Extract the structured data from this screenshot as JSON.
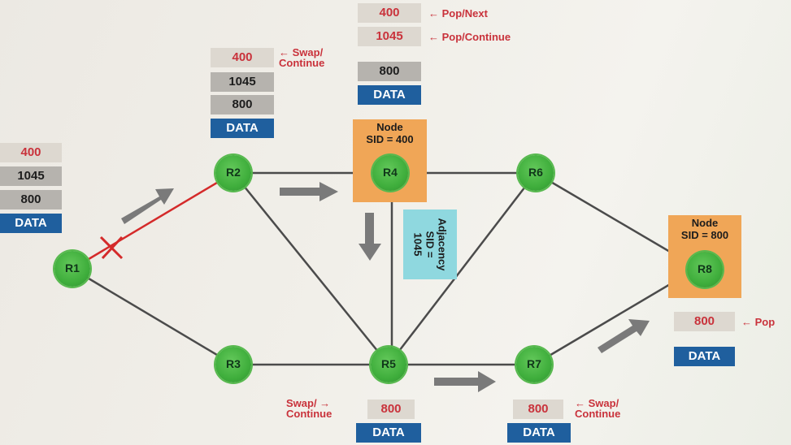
{
  "stacks": {
    "r1": {
      "top": "400",
      "mid": "1045",
      "bottom": "800",
      "data": "DATA"
    },
    "r2": {
      "top": "400",
      "mid": "1045",
      "bottom": "800",
      "data": "DATA"
    },
    "r4": {
      "top": "400",
      "mid": "1045",
      "bottom": "800",
      "data": "DATA"
    },
    "r5": {
      "top": "800",
      "data": "DATA"
    },
    "r7": {
      "top": "800",
      "data": "DATA"
    },
    "r8": {
      "top": "800",
      "data": "DATA"
    }
  },
  "annotations": {
    "r2_op": "← Swap/\nContinue",
    "r4_top_op": "← Pop/Next",
    "r4_mid_op": "← Pop/Continue",
    "r5_op": "Swap/ →\nContinue",
    "r7_op": "← Swap/\nContinue",
    "r8_op": "← Pop"
  },
  "nodes": {
    "r1": "R1",
    "r2": "R2",
    "r3": "R3",
    "r4": "R4",
    "r5": "R5",
    "r6": "R6",
    "r7": "R7",
    "r8": "R8"
  },
  "node_sid_r4": "Node\nSID = 400",
  "node_sid_r8": "Node\nSID = 800",
  "adjacency_sid": "Adjacency\nSID = 1045",
  "colors": {
    "link": "#4b4b4b",
    "failed_link": "#d42a2a",
    "node": "#3fae3c",
    "sid_box": "#f0a657",
    "adjacency_box": "#8fd8df",
    "data_box": "#1f5f9e",
    "label_red": "#c9323b",
    "flow_arrow": "#7a7a7a"
  }
}
